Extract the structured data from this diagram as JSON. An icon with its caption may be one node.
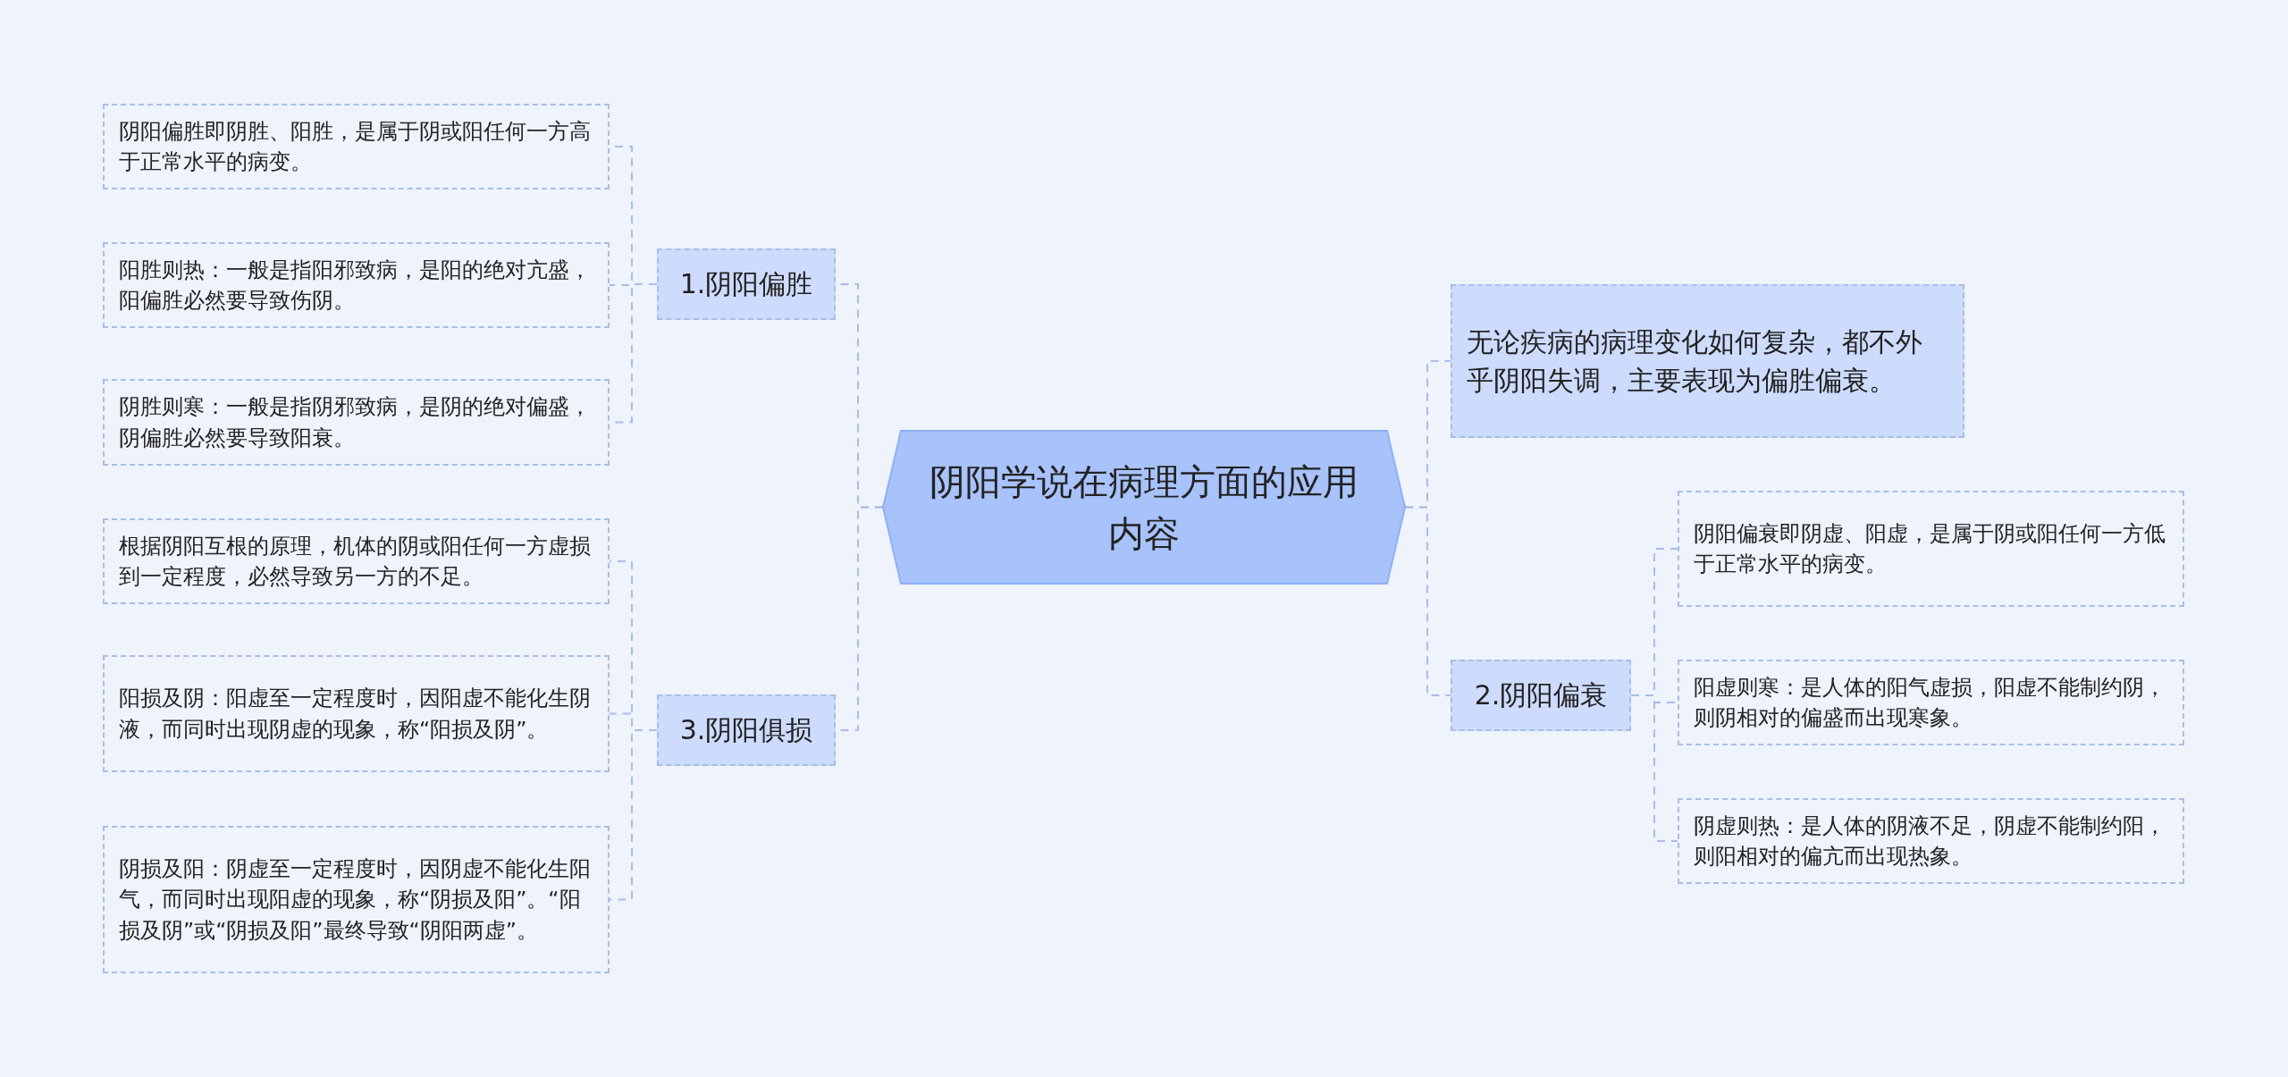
{
  "diagram": {
    "nodes": [
      {
        "text": [
          "阴阳学说在病理方面的应用内容"
        ]
      },
      {
        "text": [
          "1.阴阳偏胜"
        ]
      },
      {
        "text": [
          "阴阳偏胜即阴胜、阳胜，是属于阴或阳任何一方高于正常水平的病变。"
        ]
      },
      {
        "text": [
          "阳胜则热：一般是指阳邪致病，是阳的绝对亢盛，阳偏胜必然要导致伤阴。"
        ]
      },
      {
        "text": [
          "阴胜则寒：一般是指阴邪致病，是阴的绝对偏盛，阴偏胜必然要导致阳衰。"
        ]
      },
      {
        "text": [
          "3.阴阳俱损"
        ]
      },
      {
        "text": [
          "根据阴阳互根的原理，机体的阴或阳任何一方虚损到一定程度，必然导致另一方的不足。"
        ]
      },
      {
        "text": [
          "阳损及阴：阳虚至一定程度时，因阳虚不能化生阴液，而同时出现阴虚的现象，称“阳损及阴”。"
        ]
      },
      {
        "text": [
          "阴损及阳：阴虚至一定程度时，因阴虚不能化生阳气，而同时出现阳虚的现象，称“阴损及阳”。“阳损及阴”或“阴损及阳”最终导致“阴阳两虚”。"
        ]
      },
      {
        "text": [
          "无论疾病的病理变化如何复杂，都不外乎阴阳失调，主要表现为偏胜偏衰。"
        ]
      },
      {
        "text": [
          "2.阴阳偏衰"
        ]
      },
      {
        "text": [
          "阴阳偏衰即阴虚、阳虚，是属于阴或阳任何一方低于正常水平的病变。"
        ]
      },
      {
        "text": [
          "阳虚则寒：是人体的阳气虚损，阳虚不能制约阴，则阴相对的偏盛而出现寒象。"
        ]
      },
      {
        "text": [
          "阴虚则热：是人体的阴液不足，阴虚不能制约阳，则阳相对的偏亢而出现热象。"
        ]
      }
    ],
    "edges": [
      {
        "from": 0,
        "to": 1,
        "arrow": "none",
        "style": "dashed"
      },
      {
        "from": 1,
        "to": 2,
        "arrow": "none",
        "style": "dashed"
      },
      {
        "from": 1,
        "to": 3,
        "arrow": "none",
        "style": "dashed"
      },
      {
        "from": 1,
        "to": 4,
        "arrow": "none",
        "style": "dashed"
      },
      {
        "from": 0,
        "to": 5,
        "arrow": "none",
        "style": "dashed"
      },
      {
        "from": 5,
        "to": 6,
        "arrow": "none",
        "style": "dashed"
      },
      {
        "from": 5,
        "to": 7,
        "arrow": "none",
        "style": "dashed"
      },
      {
        "from": 5,
        "to": 8,
        "arrow": "none",
        "style": "dashed"
      },
      {
        "from": 0,
        "to": 9,
        "arrow": "none",
        "style": "dashed"
      },
      {
        "from": 0,
        "to": 10,
        "arrow": "none",
        "style": "dashed"
      },
      {
        "from": 10,
        "to": 11,
        "arrow": "none",
        "style": "dashed"
      },
      {
        "from": 10,
        "to": 12,
        "arrow": "none",
        "style": "dashed"
      },
      {
        "from": 10,
        "to": 13,
        "arrow": "none",
        "style": "dashed"
      }
    ]
  }
}
